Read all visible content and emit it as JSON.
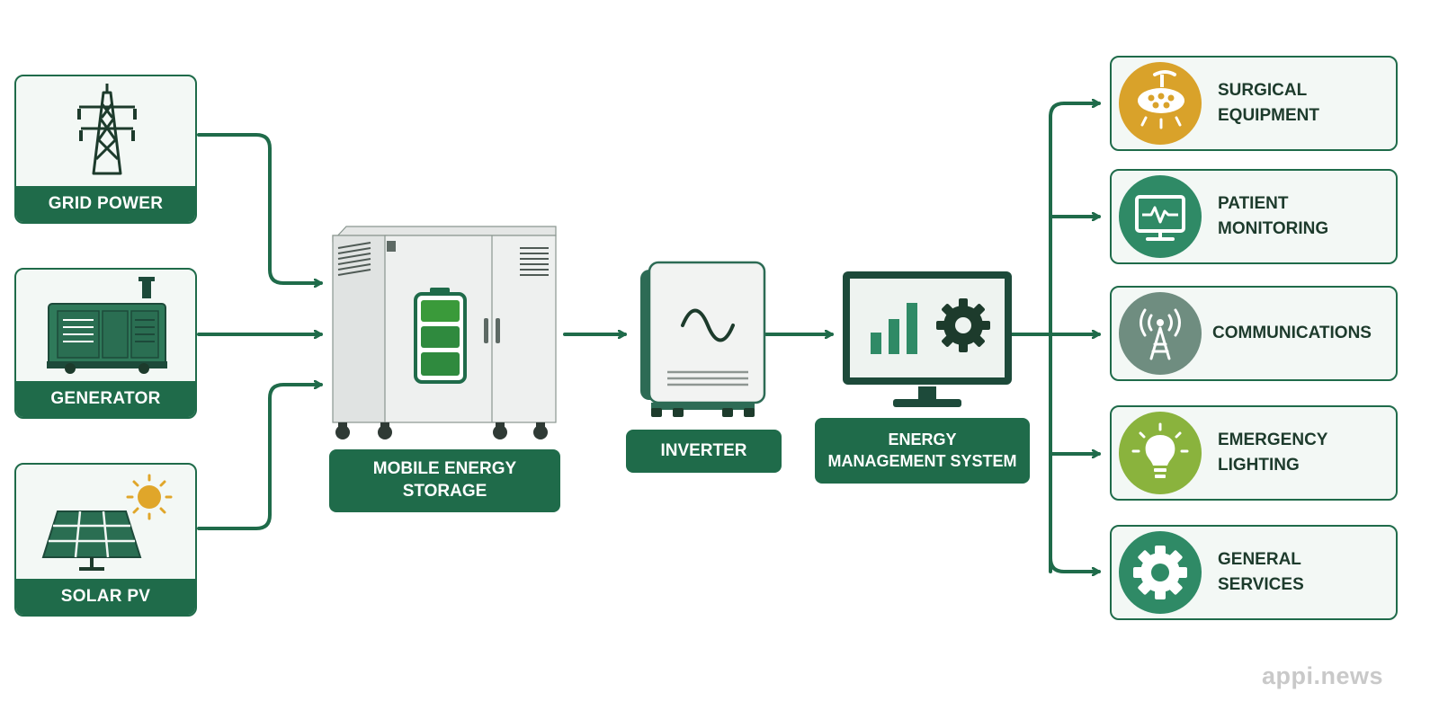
{
  "sources": [
    {
      "label": "GRID POWER",
      "icon": "transmission-tower-icon"
    },
    {
      "label": "GENERATOR",
      "icon": "generator-icon"
    },
    {
      "label": "SOLAR PV",
      "icon": "solar-panel-icon"
    }
  ],
  "storage": {
    "line1": "MOBILE ENERGY",
    "line2": "STORAGE",
    "icon": "battery-cabinet-icon"
  },
  "inverter": {
    "label": "INVERTER",
    "icon": "sine-wave-icon"
  },
  "ems": {
    "line1": "ENERGY",
    "line2": "MANAGEMENT SYSTEM",
    "icon": "monitor-gear-icon"
  },
  "loads": [
    {
      "line1": "SURGICAL",
      "line2": "EQUIPMENT",
      "icon": "surgical-lamp-icon",
      "color": "#d9a22a"
    },
    {
      "line1": "PATIENT",
      "line2": "MONITORING",
      "icon": "heart-monitor-icon",
      "color": "#2f8a66"
    },
    {
      "line1": "COMMUNICATIONS",
      "line2": "",
      "icon": "antenna-tower-icon",
      "color": "#6f8d80"
    },
    {
      "line1": "EMERGENCY",
      "line2": "LIGHTING",
      "icon": "light-bulb-icon",
      "color": "#8ab33d"
    },
    {
      "line1": "GENERAL",
      "line2": "SERVICES",
      "icon": "gear-icon",
      "color": "#2f8a66"
    }
  ],
  "colors": {
    "primary": "#1f6b4a",
    "box_fill": "#f3f8f5",
    "battery": "#3a9a3a"
  },
  "watermark": "appi.news"
}
